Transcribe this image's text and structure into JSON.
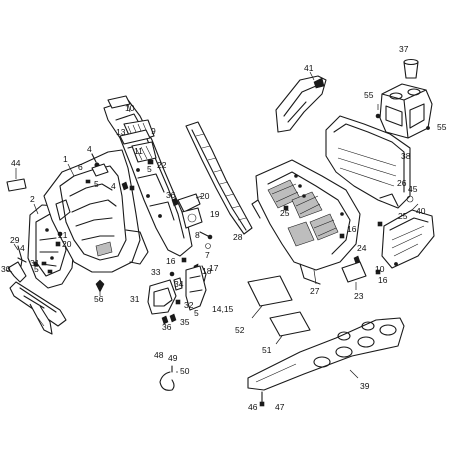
{
  "diagram": {
    "labels": {
      "l1": "1",
      "l2": "2",
      "l4a": "4",
      "l4b": "4",
      "l5a": "5",
      "l5b": "5",
      "l5c": "5",
      "l6": "6",
      "l7": "7",
      "l8": "8",
      "l9": "9",
      "l10": "10",
      "l11": "11",
      "l13": "13",
      "l14_15": "14,15",
      "l16a": "16",
      "l16b": "16",
      "l16c": "16",
      "l17": "17",
      "l18": "18",
      "l19": "19",
      "l20a": "20",
      "l20b": "20",
      "l21": "21",
      "l22": "22",
      "l23": "23",
      "l24": "24",
      "l25a": "25",
      "l25b": "25",
      "l26": "26",
      "l27": "27",
      "l28": "28",
      "l29": "29",
      "l30": "30",
      "l31a": "31",
      "l31b": "31",
      "l32": "32",
      "l33": "33",
      "l34": "34",
      "l35": "35",
      "l36a": "36",
      "l36b": "36",
      "l37": "37",
      "l38": "38",
      "l39": "39",
      "l40": "40",
      "l41": "41",
      "l44": "44",
      "l45": "45",
      "l46": "46",
      "l47": "47",
      "l48": "48",
      "l49": "49",
      "l50": "50",
      "l51": "51",
      "l52": "52",
      "l55a": "55",
      "l55b": "55",
      "l56": "56"
    }
  }
}
